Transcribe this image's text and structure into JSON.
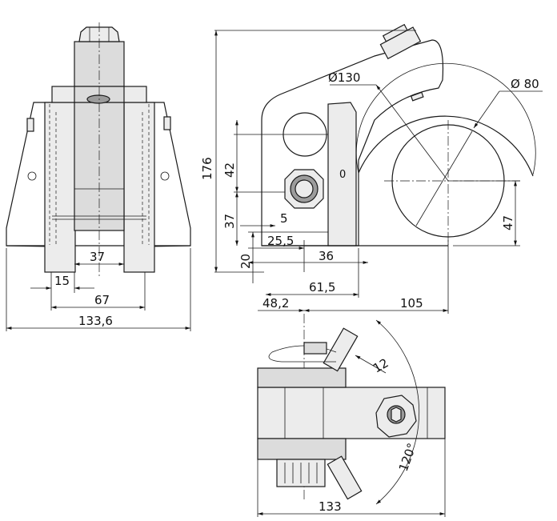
{
  "dimensions": {
    "front_inner": "37",
    "front_offset": "15",
    "front_span": "67",
    "front_width": "133,6",
    "height_total": "176",
    "height_42": "42",
    "height_37": "37",
    "height_20": "20",
    "offset_5": "5",
    "offset_25_5": "25,5",
    "offset_36": "36",
    "width_61_5": "61,5",
    "width_48_2": "48,2",
    "width_105": "105",
    "dia_130": "Ø130",
    "dia_80": "Ø 80",
    "height_47": "47",
    "top_12": "12",
    "top_angle": "120°",
    "top_width": "133"
  }
}
